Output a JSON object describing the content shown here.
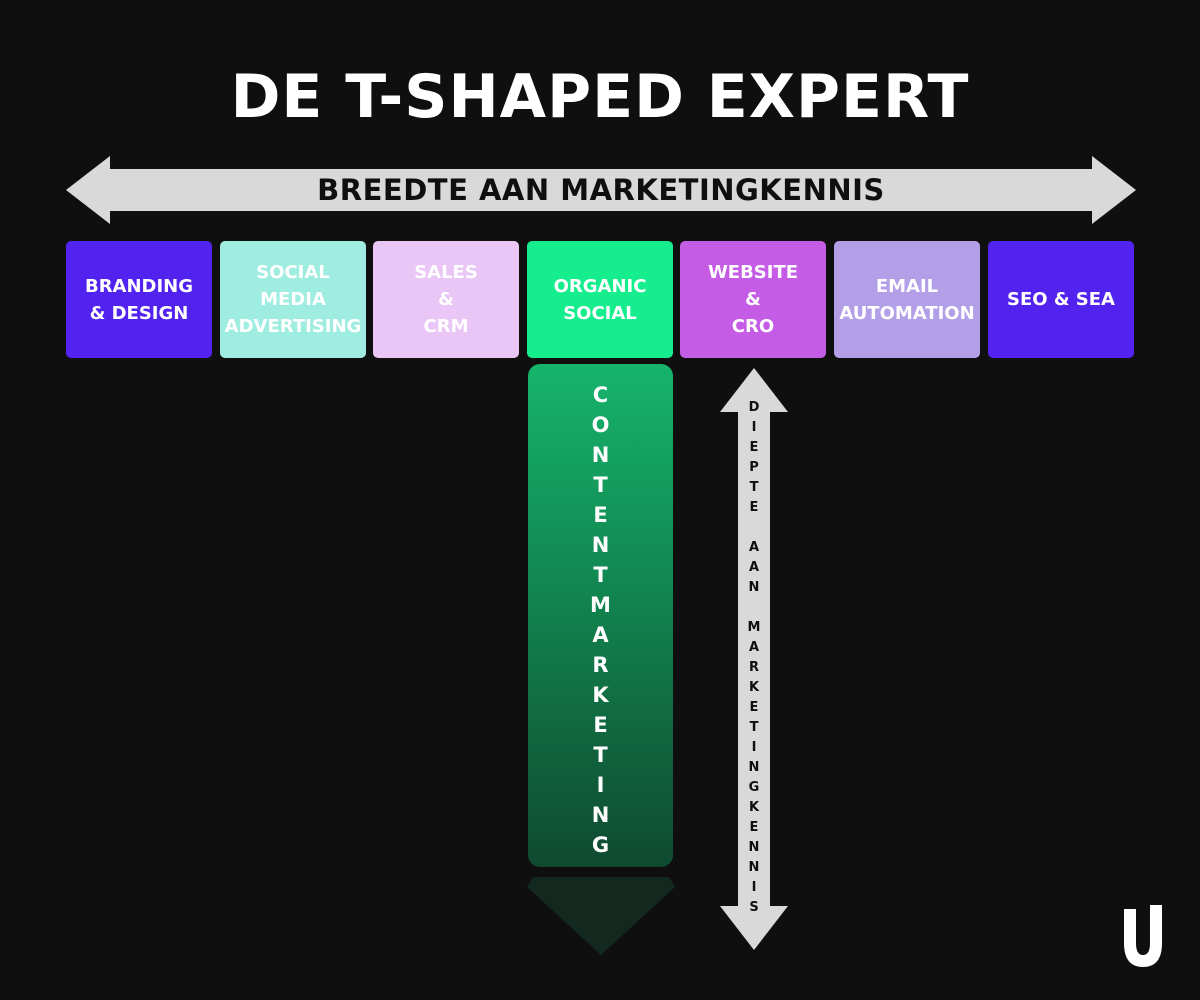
{
  "title": "DE T-SHAPED EXPERT",
  "breadth": {
    "label": "BREEDTE AAN MARKETINGKENNIS"
  },
  "tiles": [
    {
      "label": "BRANDING\n& DESIGN",
      "color": "#5222ef"
    },
    {
      "label": "SOCIAL\nMEDIA\nADVERTISING",
      "color": "#9fece0"
    },
    {
      "label": "SALES\n&\nCRM",
      "color": "#e9c6f5"
    },
    {
      "label": "ORGANIC\nSOCIAL",
      "color": "#16ee8e"
    },
    {
      "label": "WEBSITE\n&\nCRO",
      "color": "#c45ce6"
    },
    {
      "label": "EMAIL\nAUTOMATION",
      "color": "#b39fe8"
    },
    {
      "label": "SEO & SEA",
      "color": "#5222ef"
    }
  ],
  "depth_bar": {
    "label": "CONTENTMARKETING"
  },
  "depth_arrow": {
    "label": "D\nI\nE\nP\nT\nE\n\nA\nA\nN\n\nM\nA\nR\nK\nE\nT\nI\nN\nG\nK\nE\nN\nN\nI\nS"
  },
  "colors": {
    "background": "#0f0f0f",
    "arrow": "#d9d9d9",
    "depth_gradient_top": "#16b46b",
    "depth_gradient_bottom": "#0f4a30",
    "chevron": "#13291f"
  }
}
